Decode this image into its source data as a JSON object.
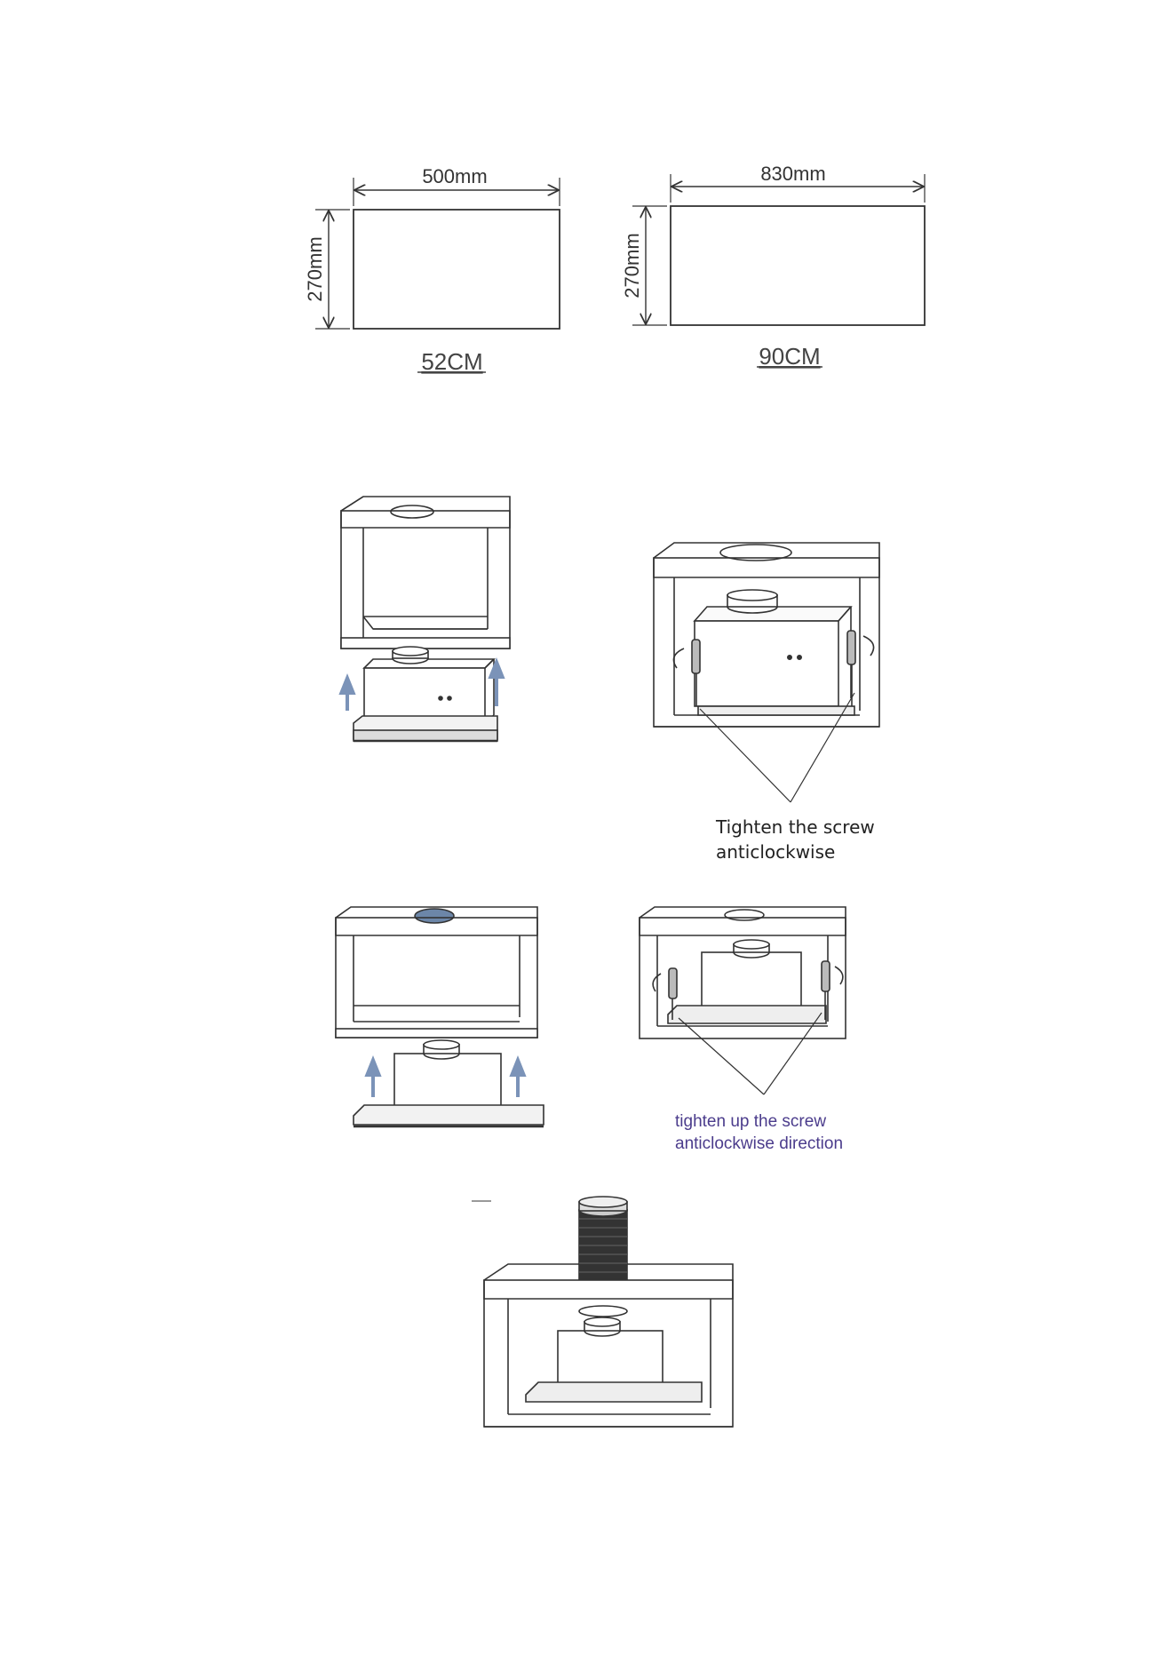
{
  "dimensions": {
    "small": {
      "width_label": "500mm",
      "height_label": "270mm",
      "size_label": "52CM"
    },
    "large": {
      "width_label": "830mm",
      "height_label": "270mm",
      "size_label": "90CM"
    }
  },
  "notes": {
    "step_a": {
      "line1": "Tighten the screw",
      "line2": "anticlockwise"
    },
    "step_b": {
      "line1": "tighten up the screw",
      "line2": "anticlockwise direction"
    }
  },
  "colors": {
    "line": "#333333",
    "arrow_blue": "#7b93b8",
    "duct_hole": "#6c86a8",
    "note_b_text": "#4b3c8c"
  }
}
